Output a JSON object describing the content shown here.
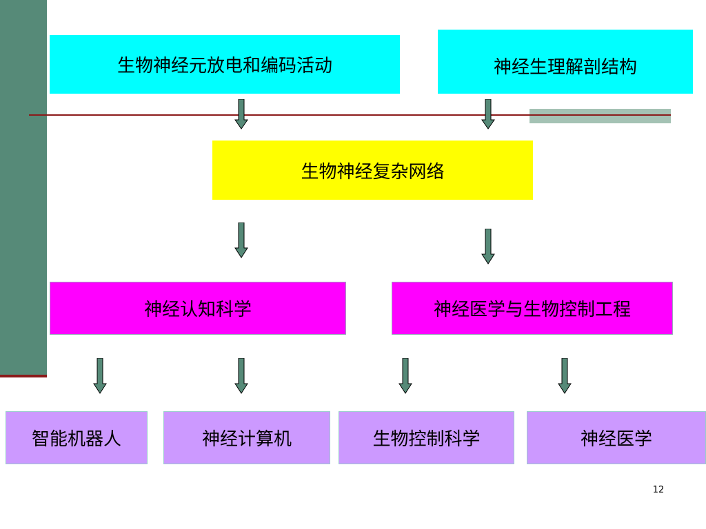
{
  "nodes": {
    "bio_neural_activity": "生物神经元放电和编码活动",
    "neuro_anatomy": "神经生理解剖结构",
    "complex_network": "生物神经复杂网络",
    "cognitive_science": "神经认知科学",
    "neuromedicine_engineering": "神经医学与生物控制工程",
    "intelligent_robot": "智能机器人",
    "neural_computer": "神经计算机",
    "bio_control_science": "生物控制科学",
    "neuromedicine": "神经医学"
  },
  "edges": [
    {
      "from": "生物神经元放电和编码活动",
      "to": "生物神经复杂网络"
    },
    {
      "from": "神经生理解剖结构",
      "to": "生物神经复杂网络"
    },
    {
      "from": "生物神经复杂网络",
      "to": "神经认知科学"
    },
    {
      "from": "生物神经复杂网络",
      "to": "神经医学与生物控制工程"
    },
    {
      "from": "神经认知科学",
      "to": "智能机器人"
    },
    {
      "from": "神经认知科学",
      "to": "神经计算机"
    },
    {
      "from": "神经医学与生物控制工程",
      "to": "生物控制科学"
    },
    {
      "from": "神经医学与生物控制工程",
      "to": "神经医学"
    }
  ],
  "colors": {
    "top_boxes": "#00ffff",
    "middle_box": "#ffff00",
    "third_row": "#ff00ff",
    "bottom_row": "#cc99ff",
    "arrows": "#568a78",
    "sidebar": "#568a78",
    "rule": "#8b1a1a"
  },
  "slide_number": "12"
}
